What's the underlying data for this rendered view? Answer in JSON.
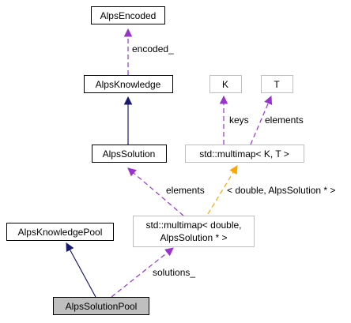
{
  "colors": {
    "inheritance_edge": "#191970",
    "usage_edge": "#9a32cd",
    "template_edge": "#ffa500",
    "highlight_fill": "#bfbfbf",
    "template_node_border": "#bfbfbf"
  },
  "nodes": {
    "alps_encoded": "AlpsEncoded",
    "alps_knowledge": "AlpsKnowledge",
    "alps_solution": "AlpsSolution",
    "alps_knowledge_pool": "AlpsKnowledgePool",
    "alps_solution_pool": "AlpsSolutionPool",
    "param_k": "K",
    "param_t": "T",
    "multimap_template": "std::multimap< K, T >",
    "multimap_instance_line1": "std::multimap< double,",
    "multimap_instance_line2": "AlpsSolution * >"
  },
  "edge_labels": {
    "encoded": "encoded_",
    "keys": "keys",
    "elements_t": "elements",
    "elements_solution": "elements",
    "template_args": "< double, AlpsSolution * >",
    "solutions": "solutions_"
  }
}
